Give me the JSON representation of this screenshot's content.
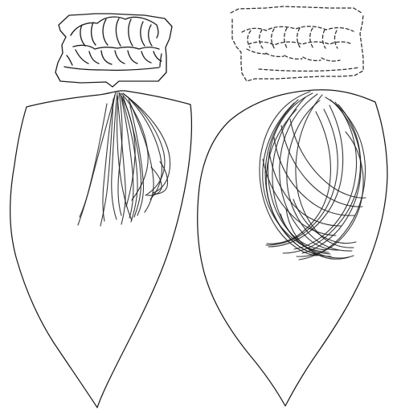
{
  "figure": {
    "panels": [
      {
        "icon": "teeth-drawing",
        "trace_style": "narrow"
      },
      {
        "icon": "teeth-drawing",
        "trace_style": "wide"
      }
    ]
  }
}
